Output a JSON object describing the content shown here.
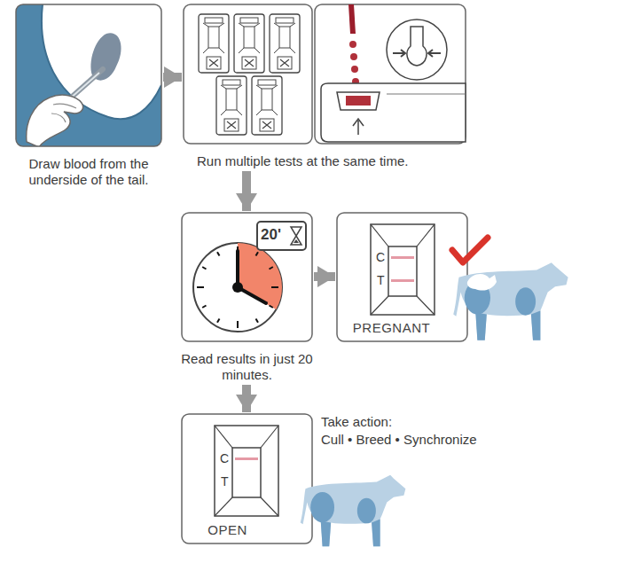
{
  "diagram": {
    "nodes": [
      {
        "text": [
          "Draw blood from the underside of the tail."
        ]
      },
      {
        "text": [
          "Run multiple tests at the same time."
        ]
      },
      {
        "text": [
          "Read results in just 20 minutes."
        ]
      },
      {
        "text": [
          "PREGNANT"
        ]
      },
      {
        "text": [
          "OPEN"
        ]
      }
    ],
    "edges": [
      {
        "from": 0,
        "to": 1,
        "arrow": "to"
      },
      {
        "from": 1,
        "to": 2,
        "arrow": "to"
      },
      {
        "from": 2,
        "to": 3,
        "arrow": "to"
      },
      {
        "from": 2,
        "to": 4,
        "arrow": "to"
      }
    ],
    "labels": [
      "20'",
      "C",
      "T",
      "C",
      "T",
      "Take action:",
      "Cull • Breed • Synchronize"
    ]
  }
}
